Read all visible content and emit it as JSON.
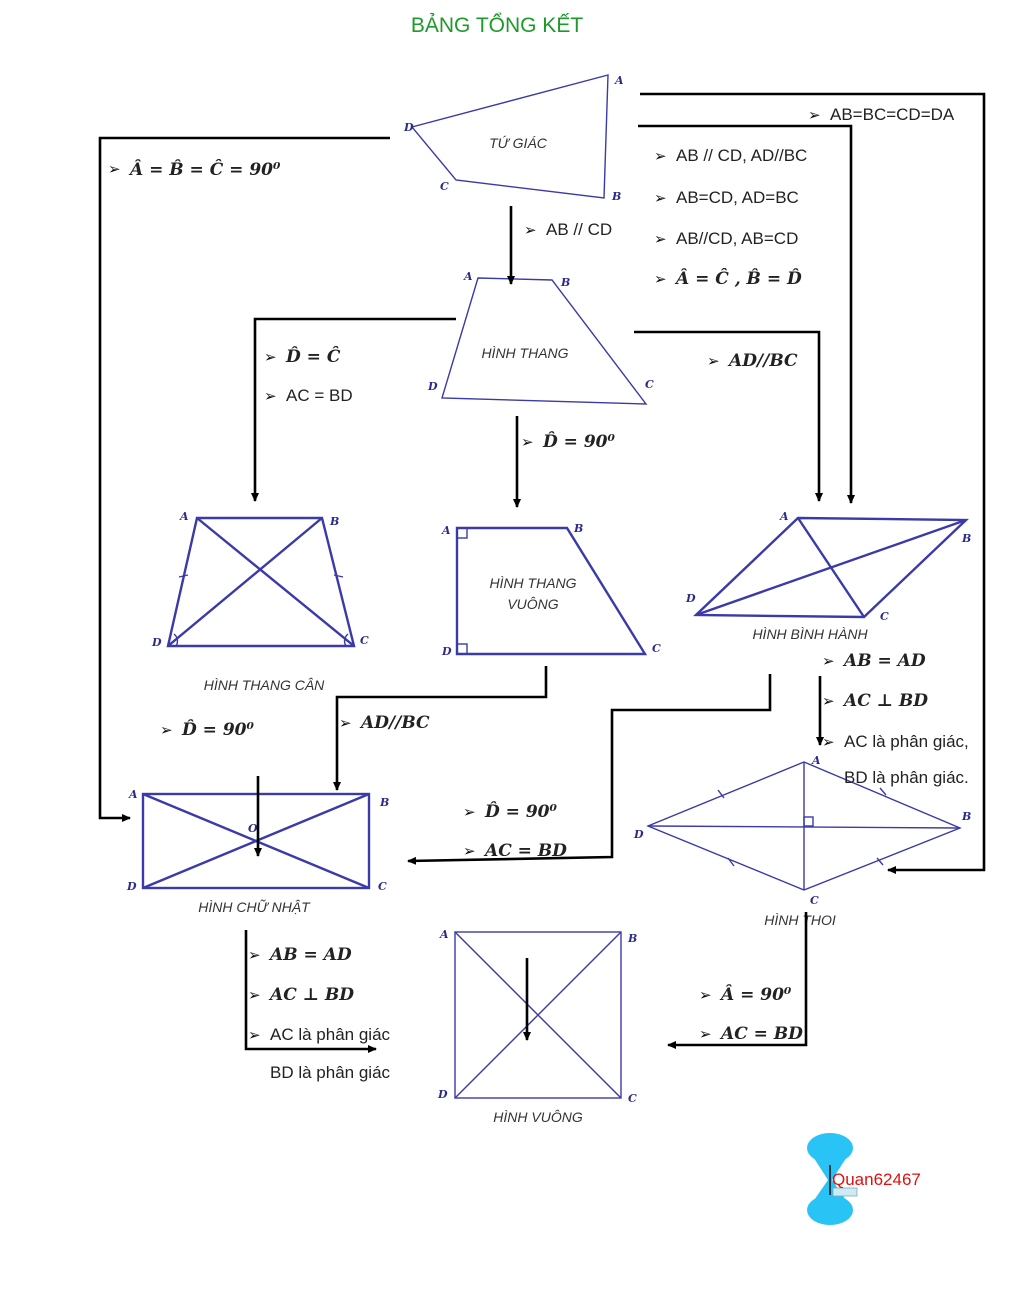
{
  "title": "BẢNG TỔNG KẾT",
  "bullet": "➢",
  "shapes": {
    "tu_giac": {
      "name": "TỨ GIÁC",
      "A": "A",
      "B": "B",
      "C": "C",
      "D": "D"
    },
    "hinh_thang": {
      "name": "HÌNH THANG",
      "A": "A",
      "B": "B",
      "C": "C",
      "D": "D"
    },
    "hinh_thang_can": {
      "name": "HÌNH THANG CÂN",
      "A": "A",
      "B": "B",
      "C": "C",
      "D": "D"
    },
    "hinh_thang_vuong": {
      "name_line1": "HÌNH THANG",
      "name_line2": "VUÔNG",
      "A": "A",
      "B": "B",
      "C": "C",
      "D": "D"
    },
    "hinh_binh_hanh": {
      "name": "HÌNH BÌNH HÀNH",
      "A": "A",
      "B": "B",
      "C": "C",
      "D": "D"
    },
    "hinh_chu_nhat": {
      "name": "HÌNH CHỮ NHẬT",
      "A": "A",
      "B": "B",
      "C": "C",
      "D": "D",
      "O": "O"
    },
    "hinh_thoi": {
      "name": "HÌNH THOI",
      "A": "A",
      "B": "B",
      "C": "C",
      "D": "D"
    },
    "hinh_vuong": {
      "name": "HÌNH VUÔNG",
      "A": "A",
      "B": "B",
      "C": "C",
      "D": "D"
    }
  },
  "conditions": {
    "tg_to_rect": "Â = B̂ = Ĉ = 90⁰",
    "tg_to_rhombus": "AB=BC=CD=DA",
    "tg_to_para_1": "AB // CD, AD//BC",
    "tg_to_para_2": "AB=CD, AD=BC",
    "tg_to_para_3": "AB//CD, AB=CD",
    "tg_to_para_4": "Â = Ĉ , B̂ = D̂",
    "tg_to_trap": "AB // CD",
    "trap_to_iso_1": "D̂ = Ĉ",
    "trap_to_iso_2": "AC = BD",
    "trap_to_right": "D̂ = 90⁰",
    "trap_to_para": "AD//BC",
    "iso_to_rect": "D̂ = 90⁰",
    "right_to_rect": "AD//BC",
    "para_to_rhombus_1": "AB  =  AD",
    "para_to_rhombus_2": "AC  ⊥ BD",
    "para_to_rhombus_3": "AC là phân giác,",
    "para_to_rhombus_4": "BD là phân giác.",
    "para_to_rect_1": "D̂ = 90⁰",
    "para_to_rect_2": "AC = BD",
    "rect_to_square_1": "AB = AD",
    "rect_to_square_2": "AC  ⊥ BD",
    "rect_to_square_3": "AC là phân giác",
    "rect_to_square_4": "BD là phân giác",
    "rhombus_to_square_1": "Â = 90⁰",
    "rhombus_to_square_2": "AC = BD"
  },
  "watermark": "Quan62467",
  "colors": {
    "shape_stroke": "#3a3aa8",
    "title": "#1e9a2a",
    "watermark_text": "#e01010",
    "watermark_icon": "#29c3f5"
  }
}
